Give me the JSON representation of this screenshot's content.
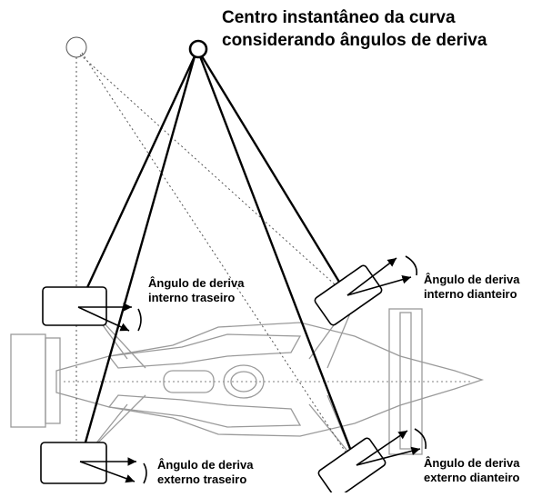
{
  "title": {
    "line1": "Centro instantâneo da curva",
    "line2": "considerando ângulos de deriva"
  },
  "labels": {
    "rear_inner": {
      "line1": "Ângulo de deriva",
      "line2": "interno traseiro"
    },
    "front_inner": {
      "line1": "Ângulo de deriva",
      "line2": "interno dianteiro"
    },
    "rear_outer": {
      "line1": "Ângulo de deriva",
      "line2": "externo traseiro"
    },
    "front_outer": {
      "line1": "Ângulo de deriva",
      "line2": "externo dianteiro"
    }
  },
  "colors": {
    "line": "#000000",
    "dotted_line": "#555555",
    "car_outline": "#9a9a9a",
    "background": "#ffffff"
  }
}
